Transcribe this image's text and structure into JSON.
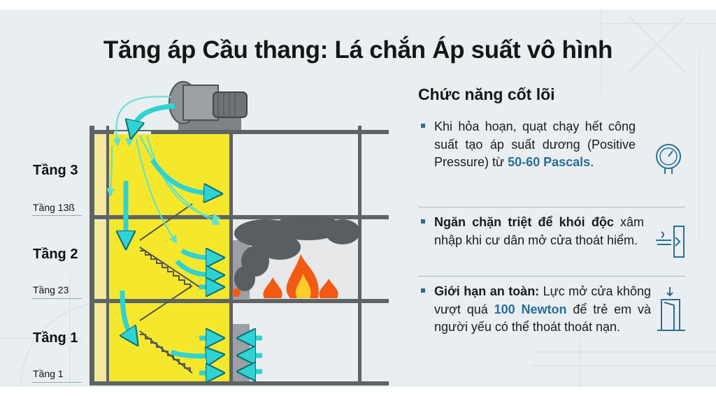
{
  "title": "Tăng áp Cầu thang: Lá chắn Áp suất vô hình",
  "floor_labels": {
    "f3": "Tầng 3",
    "f3_sub": "Tầng 13ß",
    "f2": "Tầng 2",
    "f2_sub": "Tầng 23",
    "f1": "Tầng 1",
    "f1_sub": "Tầng 1"
  },
  "panel": {
    "heading": "Chức năng cốt lõi",
    "items": [
      {
        "icon": "pressure-gauge-icon",
        "text_a": "Khi hỏa hoạn, quạt chạy hết công suất tạo áp suất dương (Positive Pressure) từ ",
        "highlight": "50-60 Pascals",
        "text_b": "."
      },
      {
        "icon": "air-blocking-door-icon",
        "bold": "Ngăn chặn triệt để khói độc",
        "text_a": " xâm nhập khi cư dân mở cửa thoát hiểm."
      },
      {
        "icon": "door-force-icon",
        "bold": "Giới hạn an toàn:",
        "text_a": " Lực mở cửa không vượt quá ",
        "highlight": "100 Newton",
        "text_b": " để trẻ em và người yếu có thể thoát thoát nạn."
      }
    ]
  },
  "colors": {
    "accent": "#2a6d97",
    "shaft": "#f7ea2a",
    "arrow": "#2fd3d3",
    "fire": "#f25a14",
    "smoke": "#555a5e"
  }
}
